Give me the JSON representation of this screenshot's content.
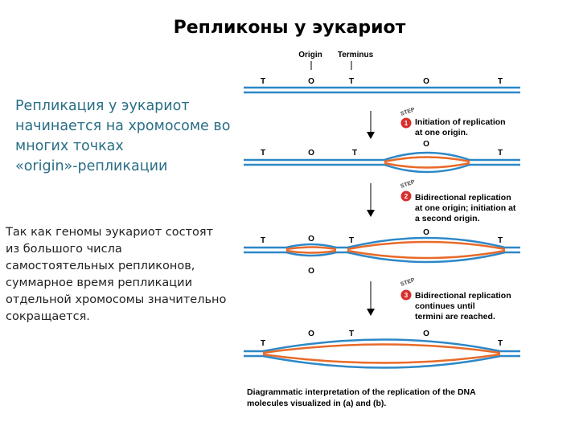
{
  "title": "Репликоны у эукариот",
  "paragraph1": [
    "Репликация у эукариот",
    "начинается на хромосоме во",
    "многих точках",
    "«origin»-репликации"
  ],
  "paragraph2": [
    "Так как геномы эукариот состоят",
    "из большого числа",
    "самостоятельных репликонов,",
    "суммарное время репликации",
    "отдельной хромосомы значительно",
    "сокращается."
  ],
  "diagram": {
    "header_origin": "Origin",
    "header_terminus": "Terminus",
    "marker_T": "T",
    "marker_O": "O",
    "step_word": "STEP",
    "steps": [
      {
        "number": "1",
        "lines": [
          "Initiation of replication",
          "at one origin."
        ]
      },
      {
        "number": "2",
        "lines": [
          "Bidirectional replication",
          "at one origin; initiation at",
          "a second origin."
        ]
      },
      {
        "number": "3",
        "lines": [
          "Bidirectional replication",
          "continues until",
          "termini are reached."
        ]
      }
    ],
    "caption": [
      "Diagrammatic interpretation of the replication of the DNA",
      "molecules visualized in (a) and (b)."
    ]
  },
  "colors": {
    "strand": "#2d88c7",
    "replication": "#e86a28",
    "badge": "#d8302f",
    "text_blue": "#2a6e86"
  }
}
